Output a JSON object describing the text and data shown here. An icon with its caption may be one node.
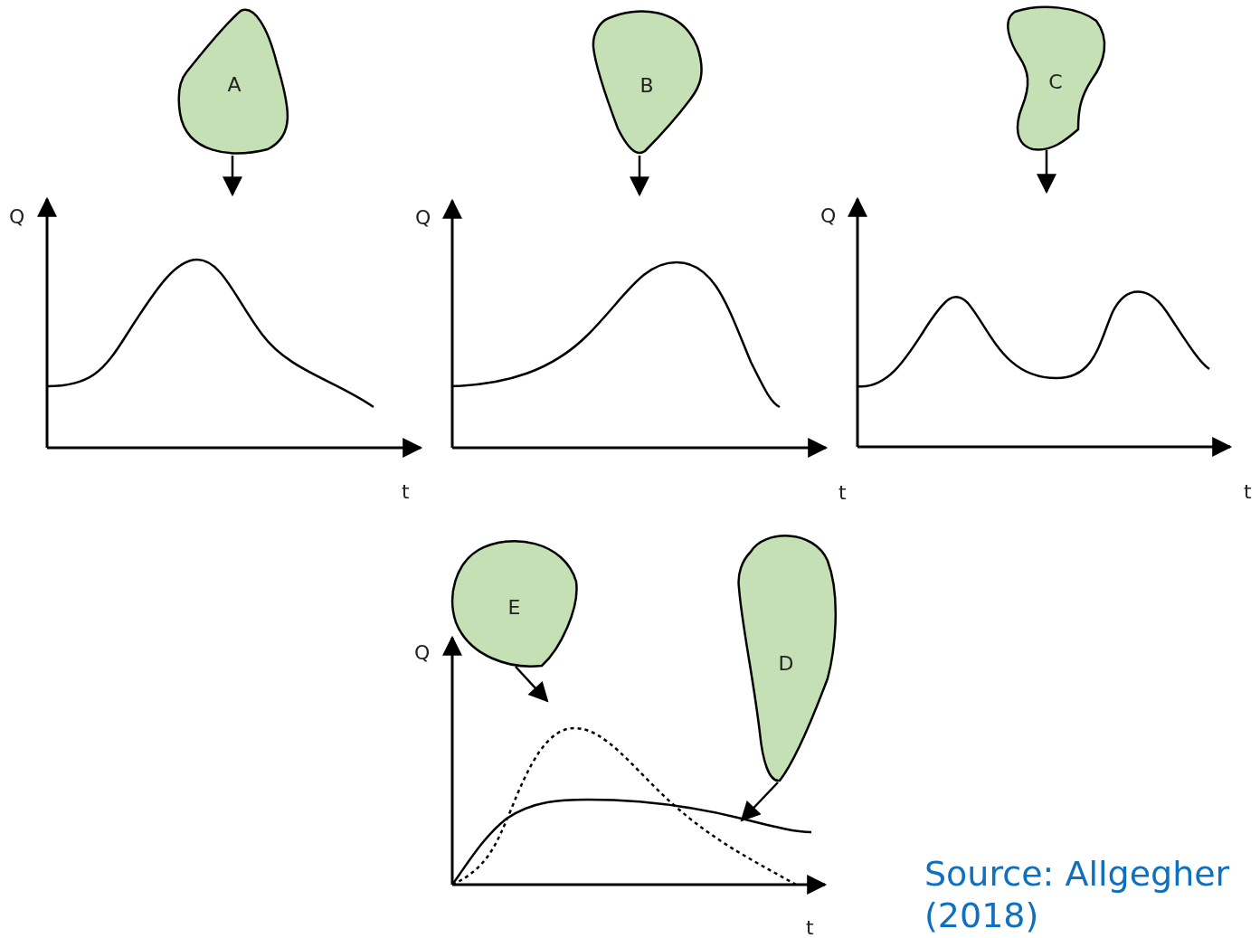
{
  "diagram": {
    "nodes": [
      {
        "text": [
          "A"
        ]
      },
      {
        "text": [
          "B"
        ]
      },
      {
        "text": [
          "C"
        ]
      },
      {
        "text": [],
        "shape": "picture"
      },
      {
        "text": [],
        "shape": "picture"
      },
      {
        "text": [],
        "shape": "picture"
      },
      {
        "text": [
          "E"
        ]
      },
      {
        "text": [
          "D"
        ]
      },
      {
        "text": [],
        "shape": "picture"
      }
    ],
    "edges": [
      {
        "from": 0,
        "to": 3,
        "arrow": "to"
      },
      {
        "from": 1,
        "to": 4,
        "arrow": "to"
      },
      {
        "from": 2,
        "to": 5,
        "arrow": "to"
      },
      {
        "from": 6,
        "to": 8,
        "arrow": "to"
      },
      {
        "from": 7,
        "to": 8,
        "arrow": "to"
      }
    ],
    "labels": [
      "Q",
      "Q",
      "Q",
      "t",
      "t",
      "t",
      "Q",
      "t",
      "Source: Allgegher (2018)"
    ]
  }
}
